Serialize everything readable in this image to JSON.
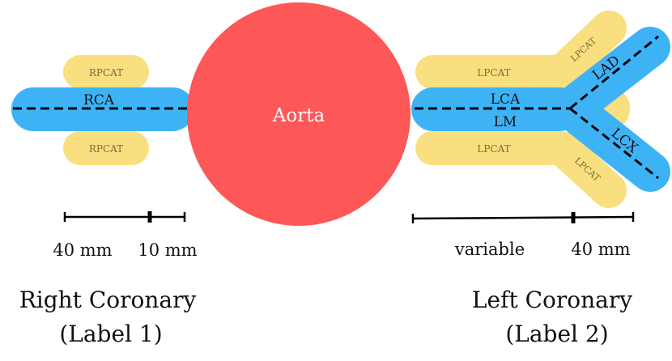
{
  "colors": {
    "fat": "#f9df7f",
    "vessel": "#3db3f6",
    "aorta": "#fd5757",
    "line": "#000000"
  },
  "labels": {
    "aorta": "Aorta",
    "rca": "RCA",
    "lca": "LCA",
    "lm": "LM",
    "lad": "LAD",
    "lcx": "LCX",
    "rpcat": "RPCAT",
    "lpcat": "LPCAT"
  },
  "scale": {
    "right_a": "40 mm",
    "right_b": "10 mm",
    "left_a": "variable",
    "left_b": "40 mm"
  },
  "captions": {
    "right_title": "Right Coronary",
    "right_label": "(Label 1)",
    "left_title": "Left Coronary",
    "left_label": "(Label 2)"
  }
}
